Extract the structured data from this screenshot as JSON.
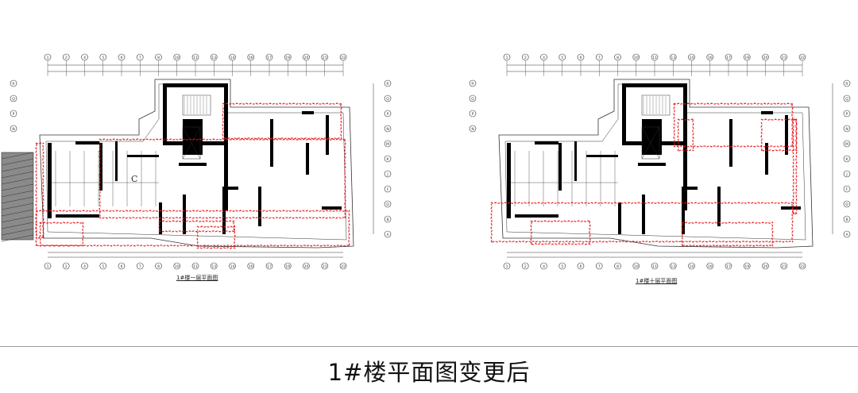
{
  "title": "1#楼平面图变更后",
  "plans": [
    {
      "caption": "1#楼一层平面图",
      "room_mark": "C",
      "top_axes": [
        "1",
        "2",
        "4",
        "5",
        "6",
        "7",
        "8",
        "10",
        "11",
        "13",
        "14",
        "16",
        "17",
        "19",
        "20",
        "21",
        "22"
      ],
      "side_axes": [
        "R",
        "Q",
        "P",
        "N",
        "M",
        "K",
        "J",
        "F",
        "D",
        "B",
        "A"
      ]
    },
    {
      "caption": "1#楼十层平面图",
      "top_axes": [
        "1",
        "2",
        "4",
        "5",
        "6",
        "7",
        "8",
        "10",
        "11",
        "13",
        "14",
        "16",
        "17",
        "19",
        "20",
        "21",
        "22"
      ],
      "side_axes": [
        "R",
        "Q",
        "P",
        "N",
        "M",
        "K",
        "J",
        "F",
        "D",
        "B",
        "A"
      ]
    }
  ],
  "colors": {
    "revision_cloud": "#e8151b",
    "wall": "#000000",
    "line": "#333333"
  }
}
